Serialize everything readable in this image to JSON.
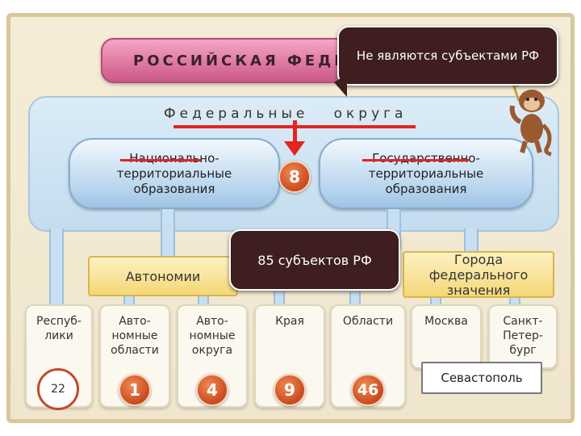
{
  "diagram": {
    "title": "РОССИЙСКАЯ ФЕДЕРАЦ",
    "federal_districts_label": "Федеральные   округа",
    "federal_districts_count": "8",
    "national_territorial": "Национально-\nтерриториальные\nобразования",
    "state_territorial": "Государственно-\nтерриториальные\nобразования",
    "autonomies": "Автономии",
    "federal_cities": "Города федерального\nзначения",
    "subjects": [
      {
        "label": "Респуб-\nлики",
        "count": ""
      },
      {
        "label": "Авто-\nномные\nобласти",
        "count": "1"
      },
      {
        "label": "Авто-\nномные\nокруга",
        "count": "4"
      },
      {
        "label": "Края",
        "count": "9"
      },
      {
        "label": "Области",
        "count": "46"
      },
      {
        "label": "Москва",
        "count": ""
      },
      {
        "label": "Санкт-\nПетер-\nбург",
        "count": ""
      }
    ]
  },
  "callouts": {
    "not_subjects": "Не являются субъектами РФ",
    "total_subjects": "85 субъектов РФ",
    "sevastopol": "Севастополь"
  },
  "page_number": "22",
  "colors": {
    "title_pink": "#e07aa3",
    "federal_blue": "#c3dcef",
    "autonomy_yellow": "#f3d877",
    "count_orange": "#d9561f",
    "callout_brown": "#3e1e1e",
    "highlight_red": "#e52420"
  },
  "icons": [
    "monkey-icon"
  ]
}
